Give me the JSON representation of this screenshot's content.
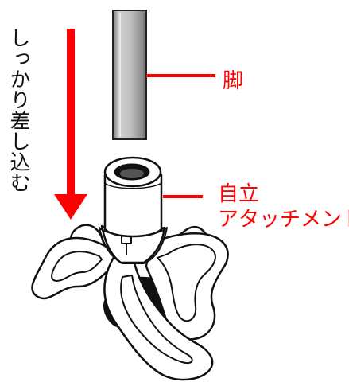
{
  "instruction": {
    "text": "しっかり差し込む"
  },
  "labels": {
    "leg": "脚",
    "attachment_line1": "自立",
    "attachment_line2": "アタッチメント"
  },
  "colors": {
    "callout_red": "#ff0000",
    "arrow_red": "#ff0000",
    "outline": "#111111",
    "pipe_gray": "#bfbfbf",
    "pipe_shadow": "#7f7f7f",
    "rubber_black": "#111111"
  }
}
